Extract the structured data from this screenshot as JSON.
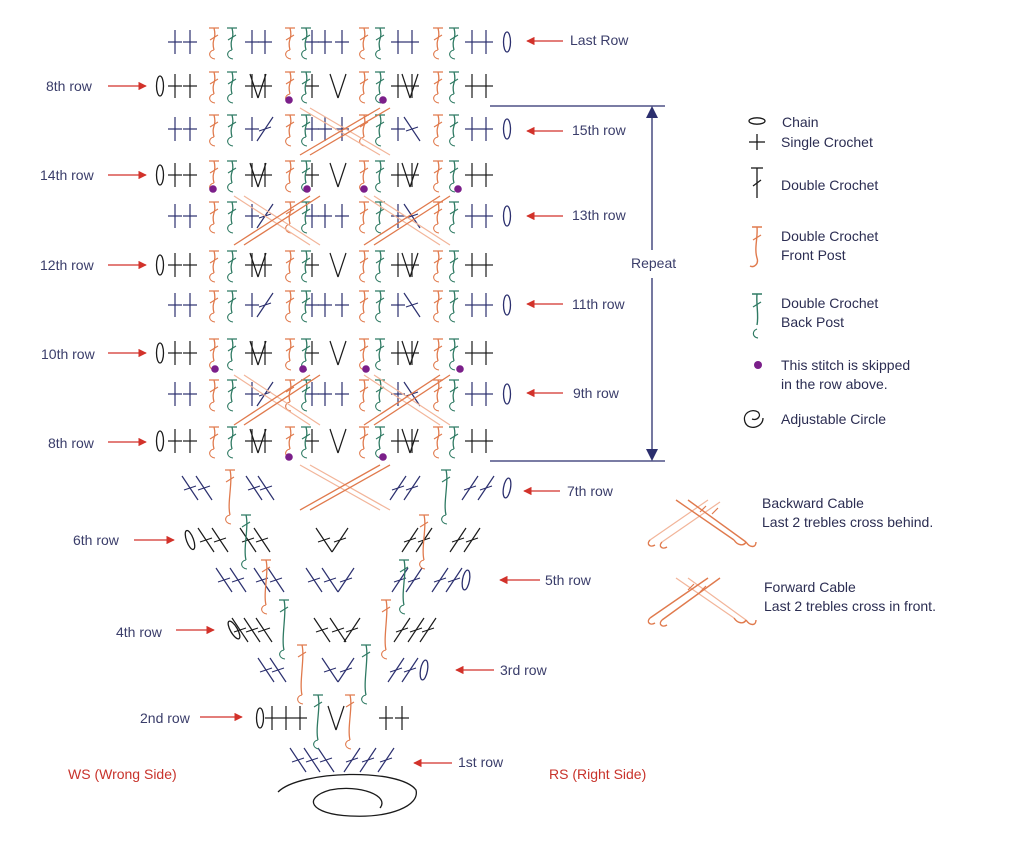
{
  "left_labels": [
    "8th row",
    "14th row",
    "12th row",
    "10th row",
    "8th row",
    "6th row",
    "4th row",
    "2nd row"
  ],
  "right_labels": [
    "Last Row",
    "15th row",
    "13th row",
    "11th row",
    "9th row",
    "7th row",
    "5th row",
    "3rd row",
    "1st row"
  ],
  "repeat_label": "Repeat",
  "side_labels": {
    "wrong_side": "WS (Wrong Side)",
    "right_side": "RS (Right Side)"
  },
  "legend": {
    "chain": "Chain",
    "single_crochet": "Single Crochet",
    "double_crochet": "Double Crochet",
    "dc_front_post": [
      "Double Crochet",
      "Front Post"
    ],
    "dc_back_post": [
      "Double Crochet",
      "Back Post"
    ],
    "skipped": [
      "This stitch is skipped",
      "in the row above."
    ],
    "adjustable_circle": "Adjustable Circle",
    "backward_cable": [
      "Backward Cable",
      "Last 2 trebles cross behind."
    ],
    "forward_cable": [
      "Forward Cable",
      "Last 2 trebles cross in front."
    ]
  },
  "colors": {
    "navy": "#2b2f6e",
    "black": "#1a1a1a",
    "orange": "#e07a4d",
    "green": "#2f7a63",
    "purple": "#7b1f8a",
    "arrow_red": "#d2322a",
    "label_red": "#c8332b"
  }
}
